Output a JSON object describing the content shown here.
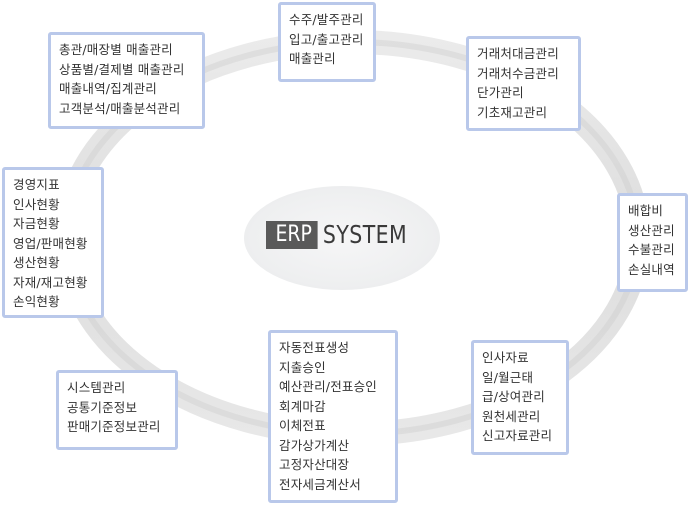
{
  "center": {
    "erp": "ERP",
    "system": "SYSTEM"
  },
  "modules": {
    "top_center": [
      "수주/발주관리",
      "입고/출고관리",
      "매출관리"
    ],
    "top_left": [
      "총관/매장별 매출관리",
      "상품별/결제별 매출관리",
      "매출내역/집계관리",
      "고객분석/매출분석관리"
    ],
    "top_right": [
      "거래처대금관리",
      "거래처수금관리",
      "단가관리",
      "기초재고관리"
    ],
    "left": [
      "경영지표",
      "인사현황",
      "자금현황",
      "영업/판매현황",
      "생산현황",
      "자재/재고현황",
      "손익현황"
    ],
    "right": [
      "배합비",
      "생산관리",
      "수불관리",
      "손실내역"
    ],
    "bottom_left": [
      "시스템관리",
      "공통기준정보",
      "판매기준정보관리"
    ],
    "bottom_center": [
      "자동전표생성",
      "지출승인",
      "예산관리/전표승인",
      "회계마감",
      "이체전표",
      "감가상가계산",
      "고정자산대장",
      "전자세금계산서"
    ],
    "bottom_right": [
      "인사자료",
      "일/월근태",
      "급/상여관리",
      "원천세관리",
      "신고자료관리"
    ]
  },
  "colors": {
    "box_border": "#b9c8ea",
    "ring": "#d9d9d9",
    "logo_dark": "#595959"
  }
}
